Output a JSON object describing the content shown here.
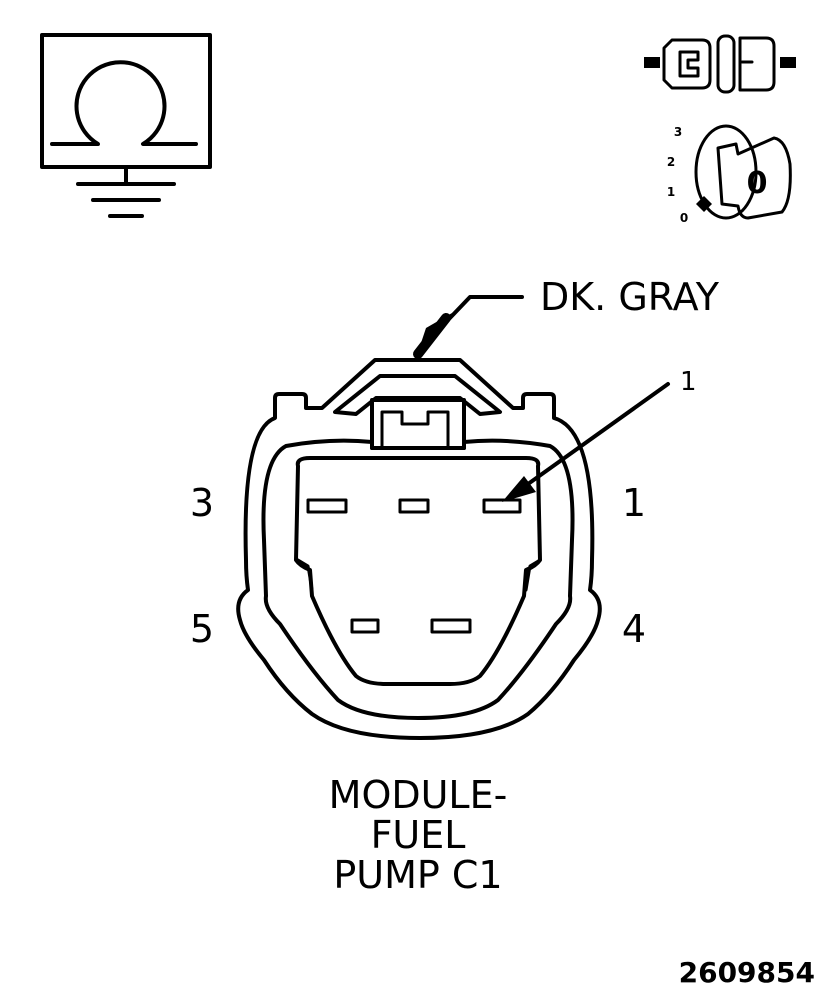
{
  "connector_color_label": "DK. GRAY",
  "callout_pin_label": "1",
  "pin_labels": {
    "top_left": "3",
    "top_right": "1",
    "bottom_left": "5",
    "bottom_right": "4"
  },
  "component_name": {
    "line1": "MODULE-",
    "line2": "FUEL",
    "line3": "PUMP C1"
  },
  "ignition_positions": [
    "3",
    "2",
    "1",
    "0"
  ],
  "ignition_key_label": "0",
  "figure_number": "2609854",
  "icons": {
    "ohmmeter": "ohm-ground-icon",
    "connector": "connector-disconnected-icon",
    "ignition": "ignition-key-off-icon"
  }
}
